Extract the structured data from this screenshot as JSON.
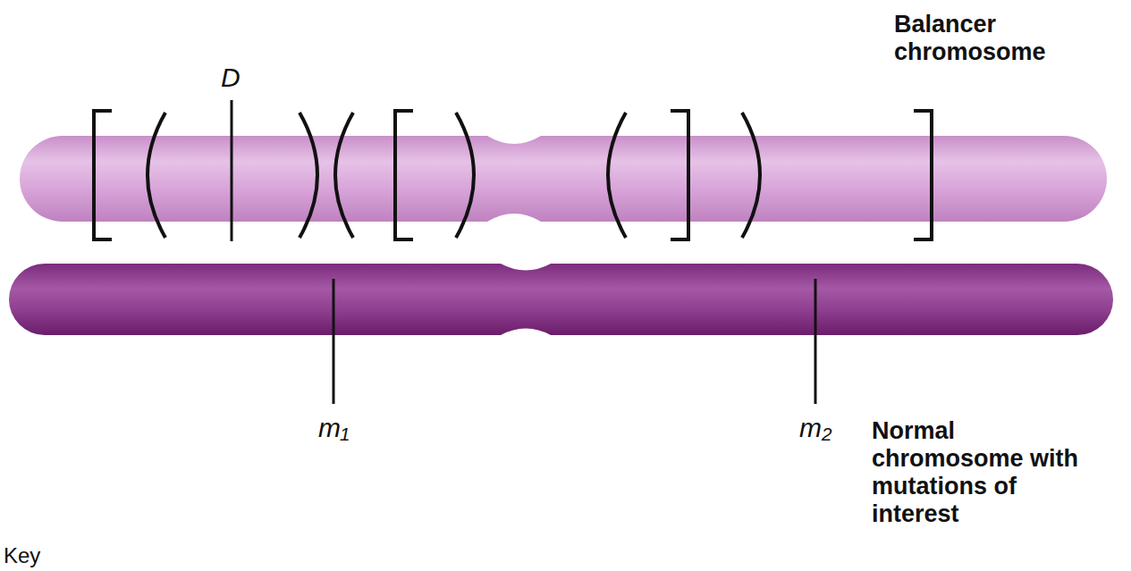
{
  "diagram": {
    "labels": [
      "Balancer chromosome",
      "D",
      "m₁",
      "m₂",
      "Normal chromosome with mutations of interest",
      "Key"
    ]
  }
}
